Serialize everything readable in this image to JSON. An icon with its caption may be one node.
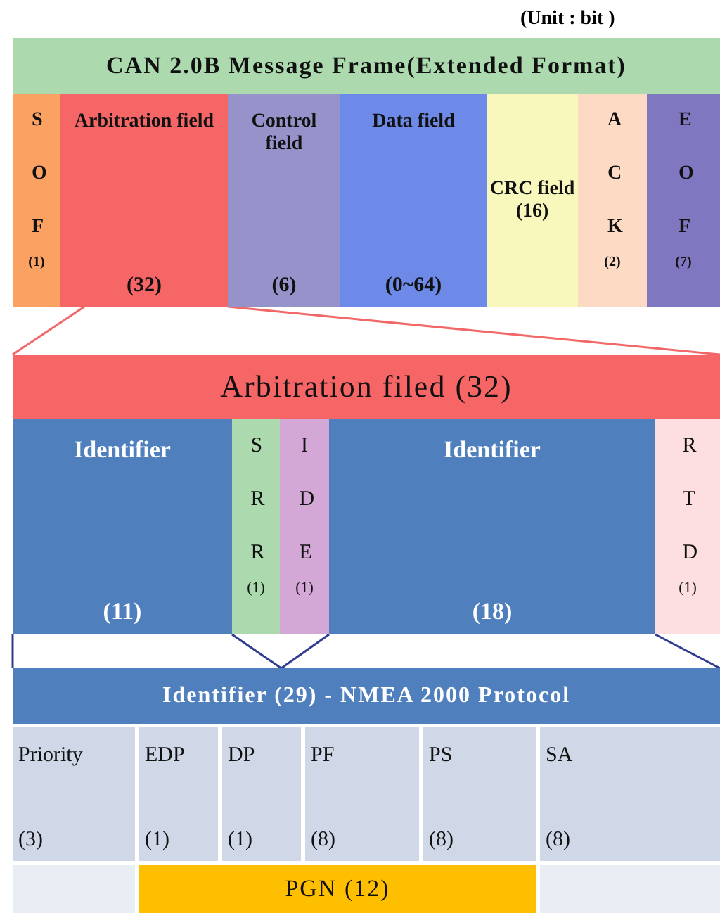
{
  "diagram": {
    "nodes": [
      {
        "text": [
          "CAN 2.0B Message Frame(Extended Format)"
        ]
      },
      {
        "text": [
          "SOF",
          "(1)"
        ]
      },
      {
        "text": [
          "Arbitration field",
          "(32)"
        ]
      },
      {
        "text": [
          "Control field",
          "(6)"
        ]
      },
      {
        "text": [
          "Data field",
          "(0~64)"
        ]
      },
      {
        "text": [
          "CRC field (16)"
        ]
      },
      {
        "text": [
          "ACK",
          "(2)"
        ]
      },
      {
        "text": [
          "EOF",
          "(7)"
        ]
      },
      {
        "text": [
          "Arbitration filed (32)"
        ]
      },
      {
        "text": [
          "Identifier",
          "(11)"
        ]
      },
      {
        "text": [
          "SRR",
          "(1)"
        ]
      },
      {
        "text": [
          "IDE",
          "(1)"
        ]
      },
      {
        "text": [
          "Identifier",
          "(18)"
        ]
      },
      {
        "text": [
          "RTD",
          "(1)"
        ]
      },
      {
        "text": [
          "Identifier (29) - NMEA 2000 Protocol"
        ]
      },
      {
        "text": [
          "Priority",
          "(3)"
        ]
      },
      {
        "text": [
          "EDP",
          "(1)"
        ]
      },
      {
        "text": [
          "DP",
          "(1)"
        ]
      },
      {
        "text": [
          "PF",
          "(8)"
        ]
      },
      {
        "text": [
          "PS",
          "(8)"
        ]
      },
      {
        "text": [
          "SA",
          "(8)"
        ]
      },
      {
        "text": [],
        "shape": "box"
      },
      {
        "text": [
          "PGN (12)"
        ]
      },
      {
        "text": [],
        "shape": "box"
      }
    ],
    "edges": [
      {
        "from": 2,
        "to": 8,
        "arrow": "none",
        "color": "#f26868"
      },
      {
        "from": 2,
        "to": 8,
        "arrow": "none",
        "color": "#f26868"
      },
      {
        "from": 9,
        "to": 14,
        "arrow": "none"
      },
      {
        "from": 10,
        "to": 14,
        "arrow": "none"
      },
      {
        "from": 11,
        "to": 14,
        "arrow": "none"
      },
      {
        "from": 13,
        "to": 14,
        "arrow": "none"
      }
    ],
    "labels": [
      "(Unit : bit )"
    ]
  }
}
